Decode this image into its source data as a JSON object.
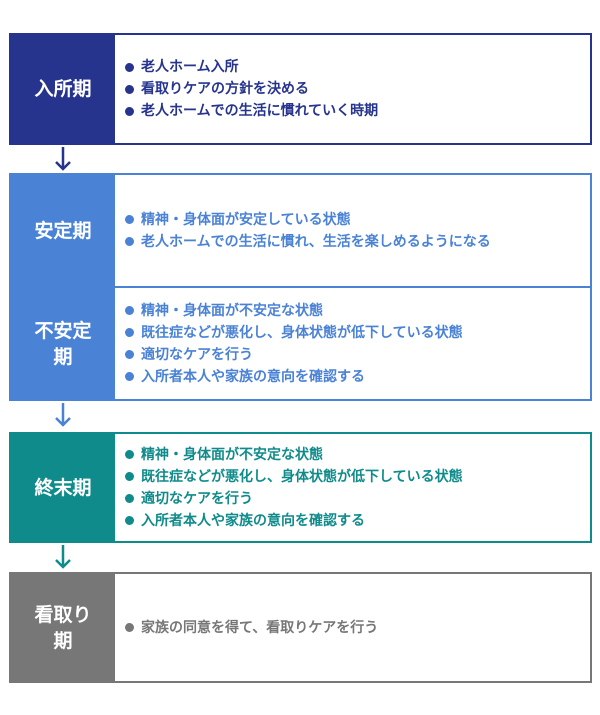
{
  "stages": [
    {
      "label": "入所期",
      "color": "#26348e",
      "items": [
        "老人ホーム入所",
        "看取りケアの方針を決める",
        "老人ホームでの生活に慣れていく時期"
      ]
    },
    {
      "label": "安定期",
      "color": "#4a82d6",
      "items": [
        "精神・身体面が安定している状態",
        "老人ホームでの生活に慣れ、生活を楽しめるようになる"
      ]
    },
    {
      "label": "不安定期",
      "color": "#4a82d6",
      "items": [
        "精神・身体面が不安定な状態",
        "既往症などが悪化し、身体状態が低下している状態",
        "適切なケアを行う",
        "入所者本人や家族の意向を確認する"
      ]
    },
    {
      "label": "終末期",
      "color": "#108b8b",
      "items": [
        "精神・身体面が不安定な状態",
        "既往症などが悪化し、身体状態が低下している状態",
        "適切なケアを行う",
        "入所者本人や家族の意向を確認する"
      ]
    },
    {
      "label": "看取り期",
      "color": "#777777",
      "items": [
        "家族の同意を得て、看取りケアを行う"
      ]
    }
  ],
  "arrow_colors": [
    "#26348e",
    "#4a82d6",
    "#108b8b"
  ]
}
